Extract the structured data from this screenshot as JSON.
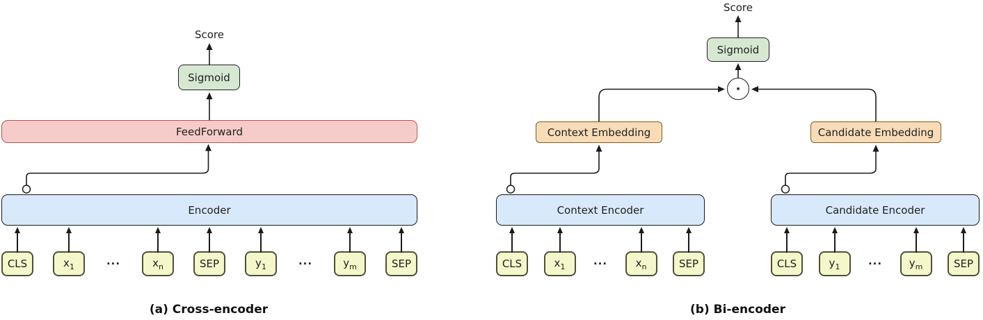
{
  "figure": {
    "colors": {
      "line": "#1a1a1a",
      "text": "#1f1f1f",
      "token_fill": "#f4f7ca",
      "token_border": "#4f4f38",
      "encoder_fill": "#d8e9fb",
      "encoder_border": "#1a1a1a",
      "sigmoid_fill": "#d6e8d2",
      "sigmoid_border": "#1f1f1f",
      "feedforward_fill": "#f6cccb",
      "feedforward_border": "#b85450",
      "embedding_fill": "#f8dcb7",
      "embedding_border": "#7d5b17"
    },
    "panel_a": {
      "caption": "(a) Cross-encoder",
      "score_label": "Score",
      "sigmoid_label": "Sigmoid",
      "feedforward_label": "FeedForward",
      "encoder_label": "Encoder",
      "tokens": [
        {
          "label": "CLS"
        },
        {
          "label": "x",
          "sub": "1"
        },
        {
          "label": "···",
          "dots": true
        },
        {
          "label": "x",
          "sub": "n"
        },
        {
          "label": "SEP"
        },
        {
          "label": "y",
          "sub": "1"
        },
        {
          "label": "···",
          "dots": true
        },
        {
          "label": "y",
          "sub": "m"
        },
        {
          "label": "SEP"
        }
      ]
    },
    "panel_b": {
      "caption": "(b) Bi-encoder",
      "score_label": "Score",
      "sigmoid_label": "Sigmoid",
      "dot_product_symbol": "·",
      "context_tower": {
        "embedding_label": "Context Embedding",
        "encoder_label": "Context Encoder",
        "tokens": [
          {
            "label": "CLS"
          },
          {
            "label": "x",
            "sub": "1"
          },
          {
            "label": "···",
            "dots": true
          },
          {
            "label": "x",
            "sub": "n"
          },
          {
            "label": "SEP"
          }
        ]
      },
      "candidate_tower": {
        "embedding_label": "Candidate Embedding",
        "encoder_label": "Candidate Encoder",
        "tokens": [
          {
            "label": "CLS"
          },
          {
            "label": "y",
            "sub": "1"
          },
          {
            "label": "···",
            "dots": true
          },
          {
            "label": "y",
            "sub": "m"
          },
          {
            "label": "SEP"
          }
        ]
      }
    }
  }
}
